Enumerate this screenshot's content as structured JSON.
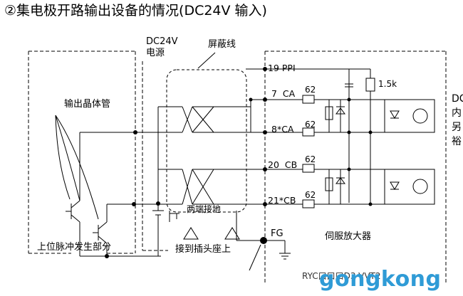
{
  "title": "②集电极开路输出设备的情况(DC24V 输入)",
  "labels": {
    "power_supply_line1": "DC24V",
    "power_supply_line2": "电源",
    "shield_wire": "屏蔽线",
    "output_transistor": "输出晶体管",
    "host_pulse_unit": "上位脉冲发生部分",
    "both_ends_grounded": "两端接地",
    "connect_to_plug": "接到插头座上",
    "servo_amplifier": "伺服放大器",
    "resistor_value": "1.5k",
    "fg": "FG",
    "model_partial": "RYC口口口D3-VVT2",
    "right_cut_1": "DC",
    "right_cut_2": "内",
    "right_cut_3": "另",
    "right_cut_4": "裕"
  },
  "pins": [
    {
      "num": "19",
      "name": "PPI"
    },
    {
      "num": "7",
      "name": "CA",
      "res": "62"
    },
    {
      "num": "8",
      "name": "*CA",
      "res": "62"
    },
    {
      "num": "20",
      "name": "CB",
      "res": "62"
    },
    {
      "num": "21",
      "name": "*CB",
      "res": "62"
    }
  ],
  "watermark": "gongkong"
}
